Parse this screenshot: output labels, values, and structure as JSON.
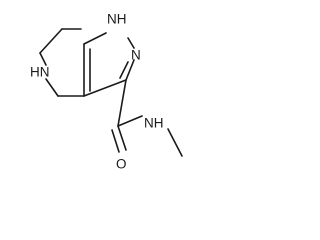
{
  "molecule": {
    "atoms": {
      "nh_pyrazole": "NH",
      "n_pyrazole": "N",
      "nh_ring": "HN",
      "nh_amide": "NH",
      "o_carbonyl": "O"
    }
  }
}
